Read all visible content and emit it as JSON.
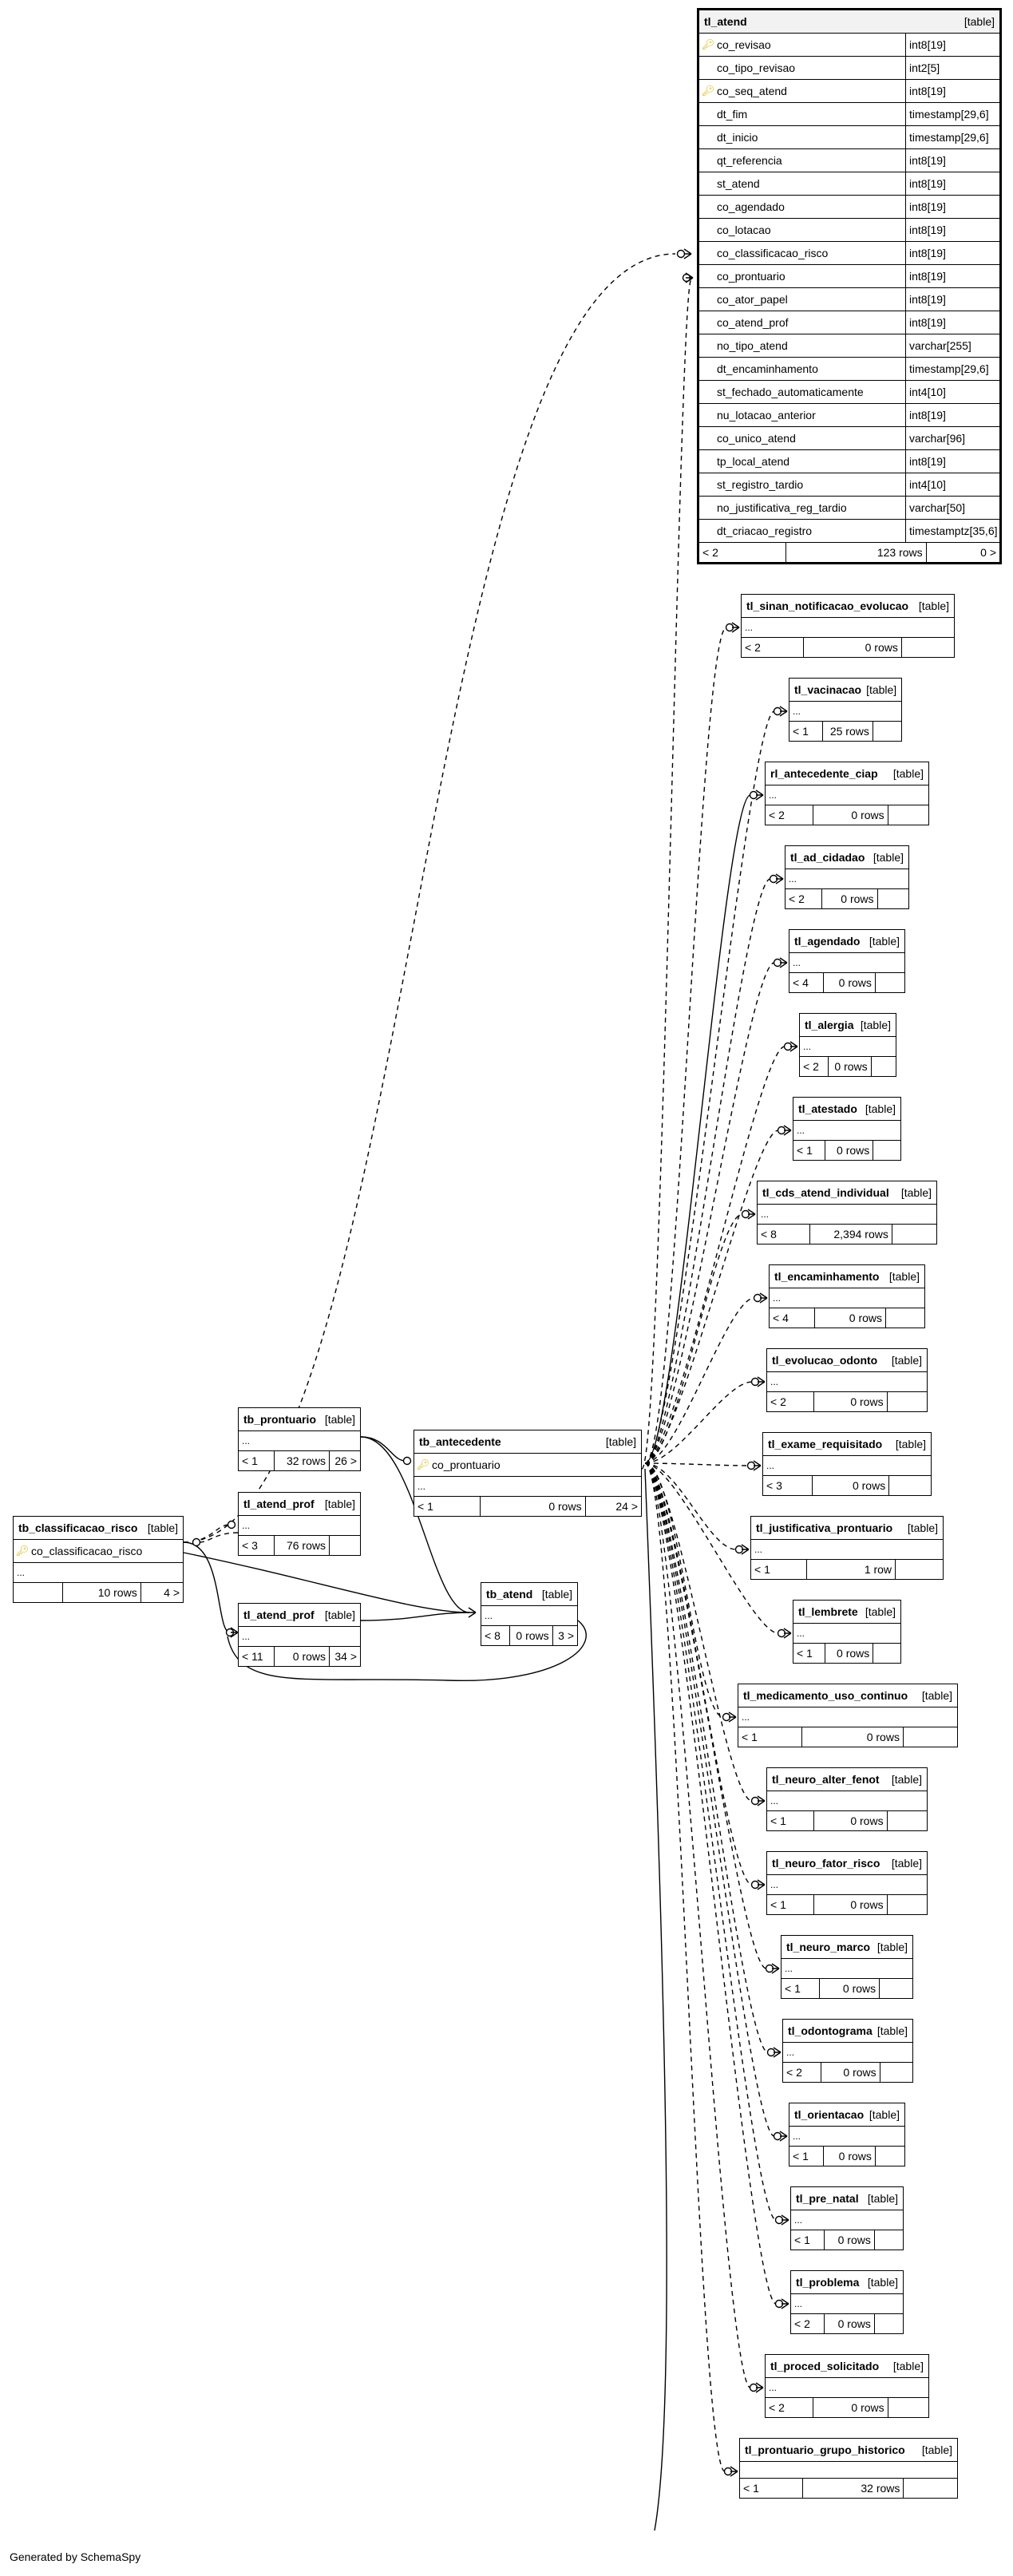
{
  "main_table": {
    "name": "tl_atend",
    "kind": "[table]",
    "columns": [
      {
        "name": "co_revisao",
        "type": "int8[19]",
        "pk": true
      },
      {
        "name": "co_tipo_revisao",
        "type": "int2[5]",
        "pk": false
      },
      {
        "name": "co_seq_atend",
        "type": "int8[19]",
        "pk": true
      },
      {
        "name": "dt_fim",
        "type": "timestamp[29,6]",
        "pk": false
      },
      {
        "name": "dt_inicio",
        "type": "timestamp[29,6]",
        "pk": false
      },
      {
        "name": "qt_referencia",
        "type": "int8[19]",
        "pk": false
      },
      {
        "name": "st_atend",
        "type": "int8[19]",
        "pk": false
      },
      {
        "name": "co_agendado",
        "type": "int8[19]",
        "pk": false
      },
      {
        "name": "co_lotacao",
        "type": "int8[19]",
        "pk": false
      },
      {
        "name": "co_classificacao_risco",
        "type": "int8[19]",
        "pk": false
      },
      {
        "name": "co_prontuario",
        "type": "int8[19]",
        "pk": false
      },
      {
        "name": "co_ator_papel",
        "type": "int8[19]",
        "pk": false
      },
      {
        "name": "co_atend_prof",
        "type": "int8[19]",
        "pk": false
      },
      {
        "name": "no_tipo_atend",
        "type": "varchar[255]",
        "pk": false
      },
      {
        "name": "dt_encaminhamento",
        "type": "timestamp[29,6]",
        "pk": false
      },
      {
        "name": "st_fechado_automaticamente",
        "type": "int4[10]",
        "pk": false
      },
      {
        "name": "nu_lotacao_anterior",
        "type": "int8[19]",
        "pk": false
      },
      {
        "name": "co_unico_atend",
        "type": "varchar[96]",
        "pk": false
      },
      {
        "name": "tp_local_atend",
        "type": "int8[19]",
        "pk": false
      },
      {
        "name": "st_registro_tardio",
        "type": "int4[10]",
        "pk": false
      },
      {
        "name": "no_justificativa_reg_tardio",
        "type": "varchar[50]",
        "pk": false
      },
      {
        "name": "dt_criacao_registro",
        "type": "timestamptz[35,6]",
        "pk": false
      }
    ],
    "footer": {
      "parents": "< 2",
      "rows": "123 rows",
      "children": "0 >"
    }
  },
  "child_tables": [
    {
      "name": "tl_sinan_notificacao_evolucao",
      "kind": "[table]",
      "dots": "...",
      "parents": "< 2",
      "rows": "0 rows",
      "children": ""
    },
    {
      "name": "tl_vacinacao",
      "kind": "[table]",
      "dots": "...",
      "parents": "< 1",
      "rows": "25 rows",
      "children": ""
    },
    {
      "name": "rl_antecedente_ciap",
      "kind": "[table]",
      "dots": "...",
      "parents": "< 2",
      "rows": "0 rows",
      "children": ""
    },
    {
      "name": "tl_ad_cidadao",
      "kind": "[table]",
      "dots": "...",
      "parents": "< 2",
      "rows": "0 rows",
      "children": ""
    },
    {
      "name": "tl_agendado",
      "kind": "[table]",
      "dots": "...",
      "parents": "< 4",
      "rows": "0 rows",
      "children": ""
    },
    {
      "name": "tl_alergia",
      "kind": "[table]",
      "dots": "...",
      "parents": "< 2",
      "rows": "0 rows",
      "children": ""
    },
    {
      "name": "tl_atestado",
      "kind": "[table]",
      "dots": "...",
      "parents": "< 1",
      "rows": "0 rows",
      "children": ""
    },
    {
      "name": "tl_cds_atend_individual",
      "kind": "[table]",
      "dots": "...",
      "parents": "< 8",
      "rows": "2,394 rows",
      "children": ""
    },
    {
      "name": "tl_encaminhamento",
      "kind": "[table]",
      "dots": "...",
      "parents": "< 4",
      "rows": "0 rows",
      "children": ""
    },
    {
      "name": "tl_evolucao_odonto",
      "kind": "[table]",
      "dots": "...",
      "parents": "< 2",
      "rows": "0 rows",
      "children": ""
    },
    {
      "name": "tl_exame_requisitado",
      "kind": "[table]",
      "dots": "...",
      "parents": "< 3",
      "rows": "0 rows",
      "children": ""
    },
    {
      "name": "tl_justificativa_prontuario",
      "kind": "[table]",
      "dots": "...",
      "parents": "< 1",
      "rows": "1 row",
      "children": ""
    },
    {
      "name": "tl_lembrete",
      "kind": "[table]",
      "dots": "...",
      "parents": "< 1",
      "rows": "0 rows",
      "children": ""
    },
    {
      "name": "tl_medicamento_uso_continuo",
      "kind": "[table]",
      "dots": "...",
      "parents": "< 1",
      "rows": "0 rows",
      "children": ""
    },
    {
      "name": "tl_neuro_alter_fenot",
      "kind": "[table]",
      "dots": "...",
      "parents": "< 1",
      "rows": "0 rows",
      "children": ""
    },
    {
      "name": "tl_neuro_fator_risco",
      "kind": "[table]",
      "dots": "...",
      "parents": "< 1",
      "rows": "0 rows",
      "children": ""
    },
    {
      "name": "tl_neuro_marco",
      "kind": "[table]",
      "dots": "...",
      "parents": "< 1",
      "rows": "0 rows",
      "children": ""
    },
    {
      "name": "tl_odontograma",
      "kind": "[table]",
      "dots": "...",
      "parents": "< 2",
      "rows": "0 rows",
      "children": ""
    },
    {
      "name": "tl_orientacao",
      "kind": "[table]",
      "dots": "...",
      "parents": "< 1",
      "rows": "0 rows",
      "children": ""
    },
    {
      "name": "tl_pre_natal",
      "kind": "[table]",
      "dots": "...",
      "parents": "< 1",
      "rows": "0 rows",
      "children": ""
    },
    {
      "name": "tl_problema",
      "kind": "[table]",
      "dots": "...",
      "parents": "< 2",
      "rows": "0 rows",
      "children": ""
    },
    {
      "name": "tl_proced_solicitado",
      "kind": "[table]",
      "dots": "...",
      "parents": "< 2",
      "rows": "0 rows",
      "children": ""
    },
    {
      "name": "tl_prontuario_grupo_historico",
      "kind": "[table]",
      "dots": "",
      "parents": "< 1",
      "rows": "32 rows",
      "children": ""
    }
  ],
  "parent_tables": {
    "tb_prontuario": {
      "name": "tb_prontuario",
      "kind": "[table]",
      "dots": "...",
      "parents": "< 1",
      "rows": "32 rows",
      "children": "26 >"
    },
    "tl_atend_prof_a": {
      "name": "tl_atend_prof",
      "kind": "[table]",
      "dots": "...",
      "parents": "< 3",
      "rows": "76 rows",
      "children": ""
    },
    "tb_antecedente": {
      "name": "tb_antecedente",
      "kind": "[table]",
      "column": "co_prontuario",
      "dots": "...",
      "parents": "< 1",
      "rows": "0 rows",
      "children": "24 >"
    },
    "tb_classificacao_risco": {
      "name": "tb_classificacao_risco",
      "kind": "[table]",
      "column": "co_classificacao_risco",
      "dots": "...",
      "parents": "",
      "rows": "10 rows",
      "children": "4 >"
    },
    "tl_atend_prof_b": {
      "name": "tl_atend_prof",
      "kind": "[table]",
      "dots": "...",
      "parents": "< 11",
      "rows": "0 rows",
      "children": "34 >"
    },
    "tb_atend_small": {
      "name": "tb_atend",
      "kind": "[table]",
      "dots": "...",
      "parents": "< 8",
      "rows": "0 rows",
      "children": "3 >"
    }
  },
  "footer_note": "Generated by SchemaSpy",
  "colors": {
    "line": "#000000",
    "key": "#d8b400",
    "selected_header": "#f2f2f2"
  }
}
